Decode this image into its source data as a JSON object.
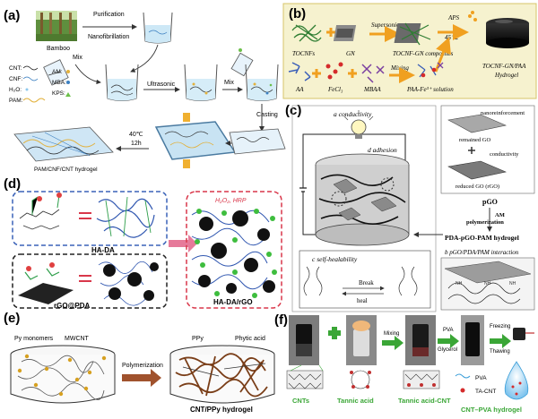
{
  "panels": {
    "a": {
      "label": "(a)",
      "bamboo": "Bamboo",
      "purification": "Purification",
      "nanofibrillation": "Nanofibrillation",
      "mix1": "Mix",
      "mix2": "Mix",
      "ultrasonic": "Ultrasonic",
      "casting": "Casting",
      "temp": "40℃",
      "time": "12h",
      "product": "PAM/CNF/CNT hydrogel",
      "legend": [
        "CNT:",
        "CNF:",
        "H₂O:",
        "PAM:",
        "AM:",
        "MBA:",
        "KPS:"
      ]
    },
    "b": {
      "label": "(b)",
      "tocnfs": "TOCNFs",
      "gn": "GN",
      "supersonic": "Supersonic",
      "composite": "TOCNF-GN composites",
      "aps": "APS",
      "temp": "45℃",
      "aa": "AA",
      "fecl3": "FeCl₃",
      "mbaa": "MBAA",
      "mixing": "Mixing",
      "solution": "PAA-Fe³⁺ solution",
      "product_line1": "TOCNF-GN/PAA",
      "product_line2": "Hydrogel"
    },
    "c": {
      "label": "(c)",
      "a_conductivity": "a conductivity",
      "d_adhesion": "d adhesion",
      "c_selfheal": "c self-healability",
      "break": "Break",
      "heal": "heal",
      "nanoreinforcement": "nanoreinforcement",
      "remained_go": "remained GO",
      "conductivity": "conductivity",
      "reduced_go": "reduced GO (rGO)",
      "pgo": "pGO",
      "am": "AM",
      "polymerization": "polymerization",
      "product": "PDA-pGO-PAM hydrogel",
      "b_interaction": "b pGO/PDA/PAM interaction"
    },
    "d": {
      "label": "(d)",
      "hada": "HA-DA",
      "rgopda": "rGO@PDA",
      "h2o2": "H₂O₂, HRP",
      "product": "HA-DA/rGO"
    },
    "e": {
      "label": "(e)",
      "py": "Py monomers",
      "mwcnt": "MWCNT",
      "polymerization": "Polymerization",
      "ppy": "PPy",
      "phytic": "Phytic acid",
      "product": "CNT/PPy hydrogel"
    },
    "f": {
      "label": "(f)",
      "mixing": "Mixing",
      "pva": "PVA",
      "glycerol": "Glycerol",
      "freezing": "Freezing",
      "thawing": "Thawing",
      "cnts": "CNTs",
      "tannic": "Tannic acid",
      "tacnt": "Tannic acid-CNT",
      "product": "CNT–PVA hydrogel",
      "legend_pva": "PVA",
      "legend_tacnt": "TA-CNT"
    }
  },
  "colors": {
    "accent_green": "#6cc04a",
    "accent_orange": "#f0a020",
    "panel_b_bg": "#f6f2cf",
    "panel_d_blue": "#3a62b8",
    "panel_d_red": "#d9374a",
    "panel_f_green": "#3aa636",
    "panel_e_brown": "#a0522d"
  }
}
